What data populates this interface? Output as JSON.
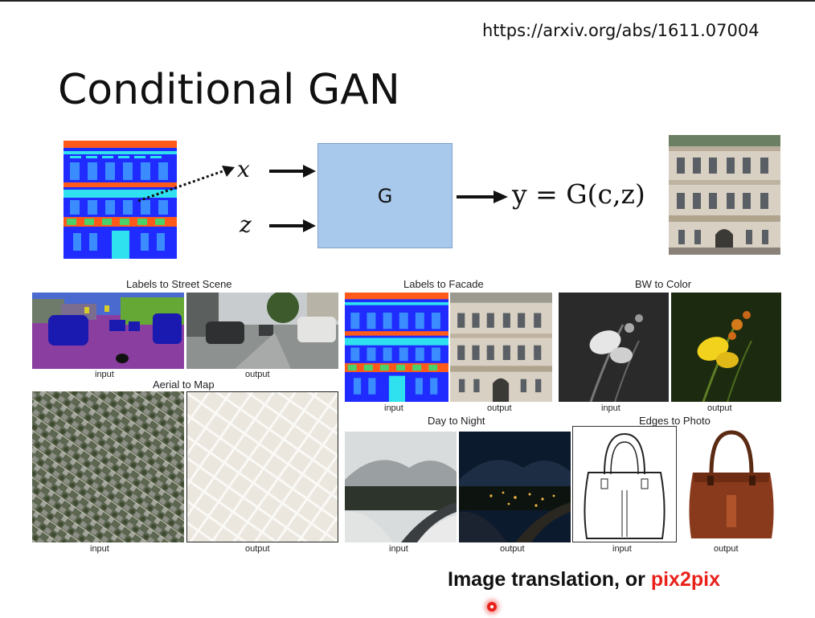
{
  "slide": {
    "url": "https://arxiv.org/abs/1611.07004",
    "title": "Conditional GAN",
    "generator_label": "G",
    "input_x": "x",
    "input_z": "z",
    "output_formula": "y = G(c,z)",
    "bottom_text": "Image translation, or ",
    "bottom_highlight": "pix2pix"
  },
  "panels": {
    "labels_to_street": {
      "title": "Labels to Street Scene",
      "input": "input",
      "output": "output"
    },
    "labels_to_facade": {
      "title": "Labels to Facade",
      "input": "input",
      "output": "output"
    },
    "bw_to_color": {
      "title": "BW to Color",
      "input": "input",
      "output": "output"
    },
    "aerial_to_map": {
      "title": "Aerial to Map",
      "input": "input",
      "output": "output"
    },
    "day_to_night": {
      "title": "Day to Night",
      "input": "input",
      "output": "output"
    },
    "edges_to_photo": {
      "title": "Edges to Photo",
      "input": "input",
      "output": "output"
    }
  },
  "colors": {
    "highlight": "#e8221b",
    "generator_fill": "#a9c9ec",
    "facade_blue": "#1f2bff",
    "facade_red": "#ff5a1a",
    "facade_cyan": "#2fe0ee"
  }
}
